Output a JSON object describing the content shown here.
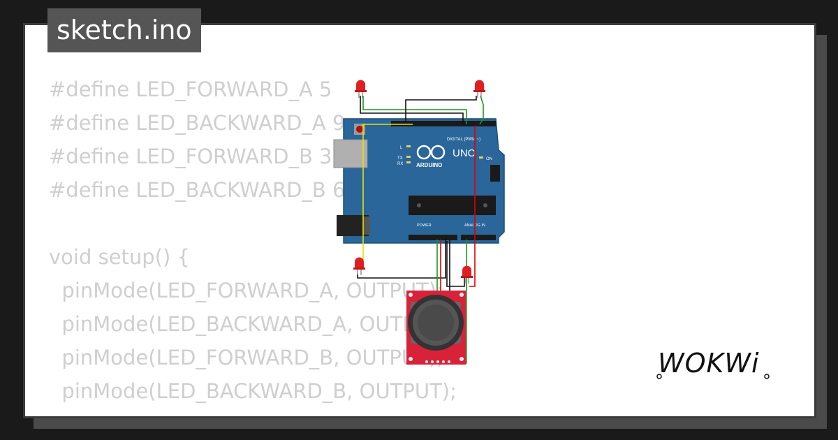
{
  "tab": {
    "filename": "sketch.ino"
  },
  "code_lines": [
    "#define LED_FORWARD_A 5",
    "#define LED_BACKWARD_A 9",
    "#define LED_FORWARD_B 3",
    "#define LED_BACKWARD_B 6",
    "",
    "void setup() {",
    "  pinMode(LED_FORWARD_A, OUTPUT);",
    "  pinMode(LED_BACKWARD_A, OUTPUT);",
    "  pinMode(LED_FORWARD_B, OUTPUT);",
    "  pinMode(LED_BACKWARD_B, OUTPUT);"
  ],
  "board": {
    "model_label": "UNO",
    "brand_label": "ARDUINO",
    "digital_label": "DIGITAL (PWM ~)",
    "power_label": "POWER",
    "analog_label": "ANALOG IN",
    "on_label": "ON",
    "l_label": "L",
    "tx_label": "TX",
    "rx_label": "RX"
  },
  "logo": {
    "text": "WOKWi"
  },
  "colors": {
    "board_blue": "#2a6699",
    "led_red": "#e02020",
    "wire_black": "#111111",
    "wire_green": "#1a9a1a",
    "wire_yellow": "#e8e000",
    "wire_red": "#e00000",
    "joystick_red": "#d8223a"
  }
}
